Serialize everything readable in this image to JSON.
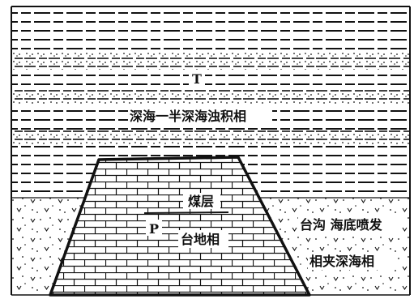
{
  "labels": {
    "strata_mark": "T",
    "upper_facies": "深海一半深海浊积相",
    "coal_seam": "煤层",
    "platform_mark": "P",
    "platform_facies": "台地相",
    "trough_facies_line1": "台沟 海底喷发",
    "trough_facies_line2": "相夹深海相"
  }
}
